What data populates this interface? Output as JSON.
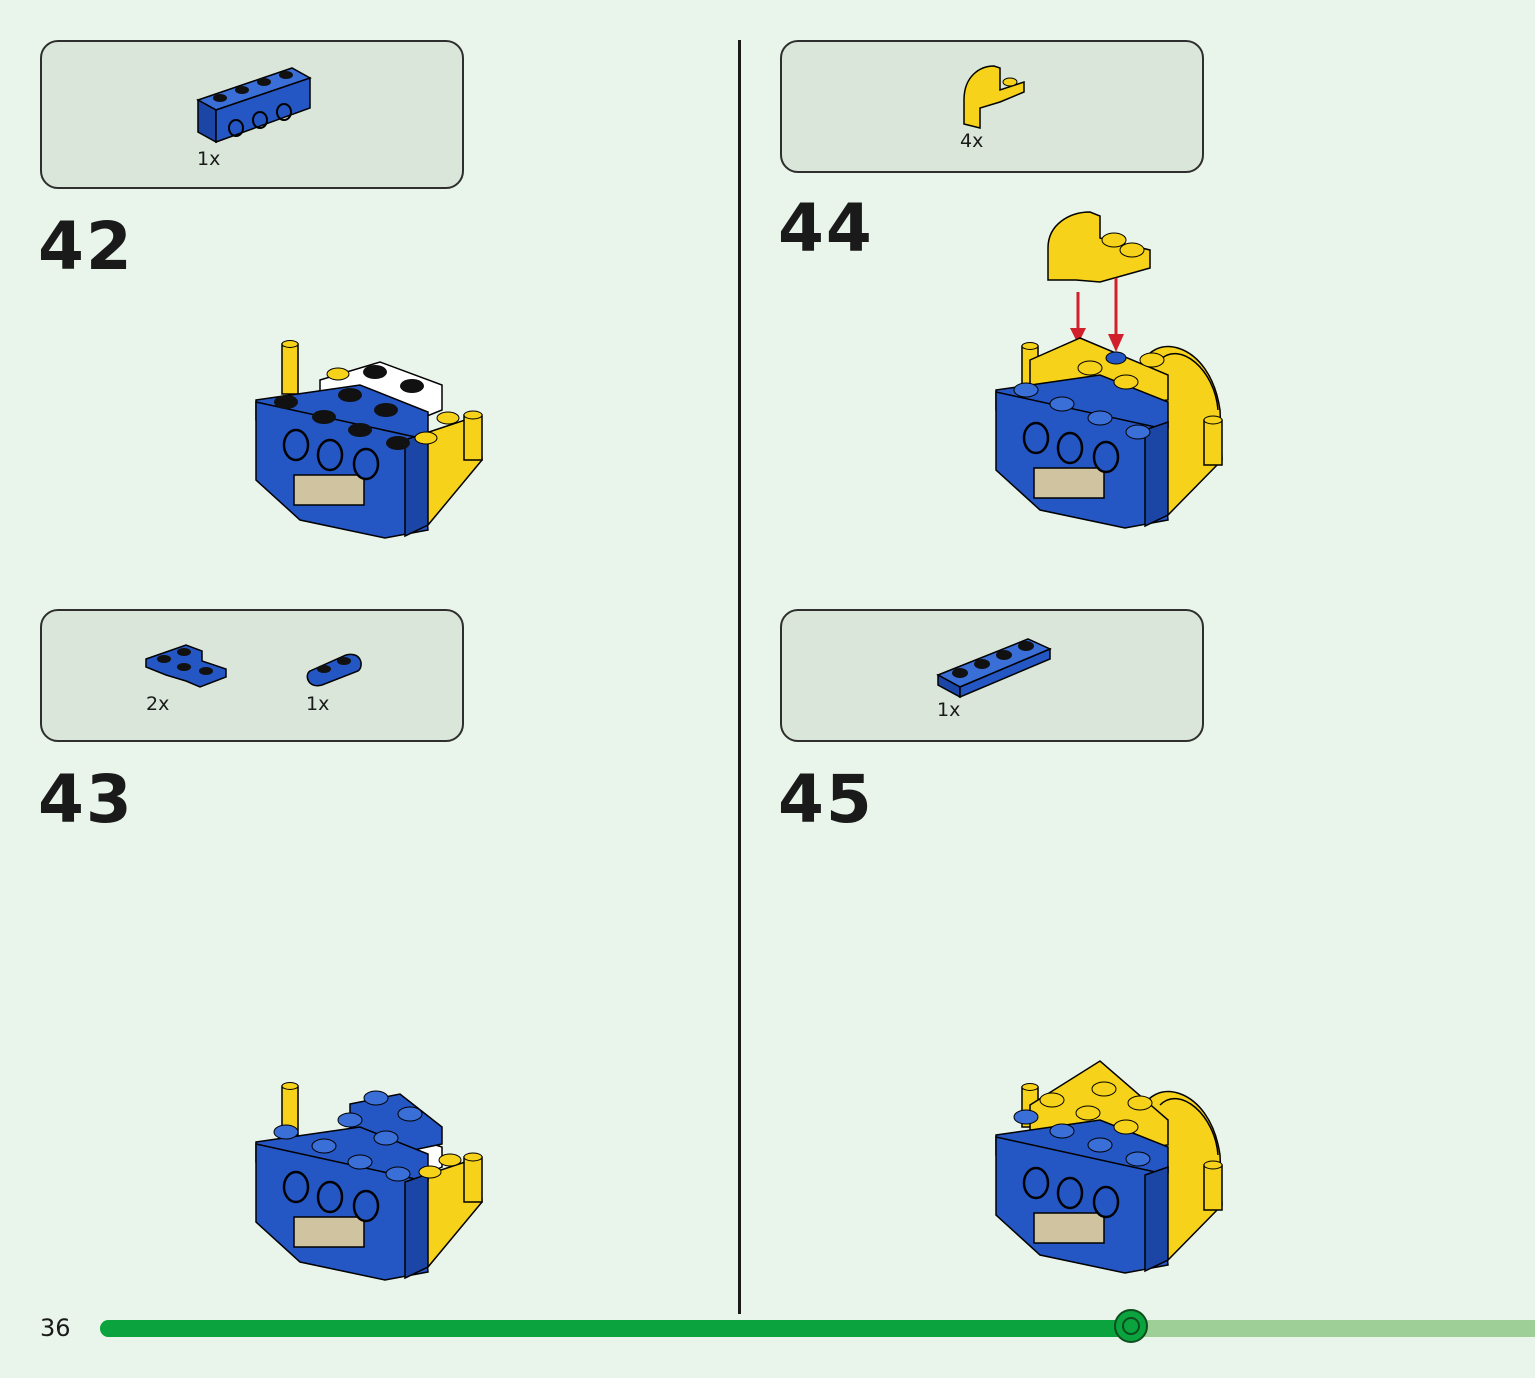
{
  "page": {
    "number": "36"
  },
  "progress": {
    "fraction": 0.72
  },
  "steps": [
    {
      "number": "42",
      "parts": [
        {
          "qty": "1x",
          "icon": "blue-technic-brick-1x4-icon"
        }
      ]
    },
    {
      "number": "43",
      "parts": [
        {
          "qty": "2x",
          "icon": "blue-corner-plate-icon"
        },
        {
          "qty": "1x",
          "icon": "blue-rounded-plate-1x2-icon"
        }
      ]
    },
    {
      "number": "44",
      "parts": [
        {
          "qty": "4x",
          "icon": "yellow-curved-slope-icon"
        }
      ]
    },
    {
      "number": "45",
      "parts": [
        {
          "qty": "1x",
          "icon": "blue-plate-1x4-icon"
        }
      ]
    }
  ],
  "colors": {
    "blue": "#2456c4",
    "yellow": "#f7d21a",
    "white": "#ffffff",
    "tan": "#cfc3a0",
    "progress_green": "#0aa33e",
    "arrow_red": "#d1202c"
  }
}
